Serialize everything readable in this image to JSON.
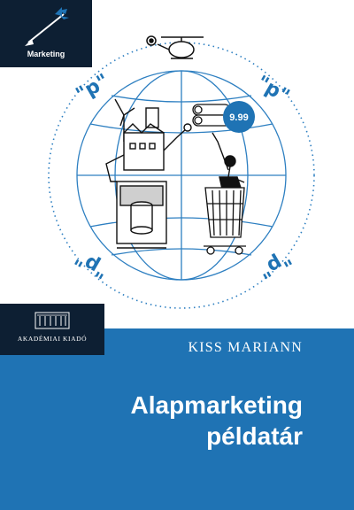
{
  "series": {
    "label": "Marketing"
  },
  "illustration": {
    "price_tag": "9.99",
    "p_marks": [
      "\"p\"",
      "\"p\"",
      "\"p\"",
      "\"p\""
    ]
  },
  "publisher": {
    "name": "AKADÉMIAI KIADÓ"
  },
  "book": {
    "author": "KISS MARIANN",
    "title_line1": "Alapmarketing",
    "title_line2": "példatár"
  },
  "colors": {
    "navy": "#0d1f33",
    "accent_blue": "#1f73b4",
    "line_blue": "#2d7fc1"
  }
}
